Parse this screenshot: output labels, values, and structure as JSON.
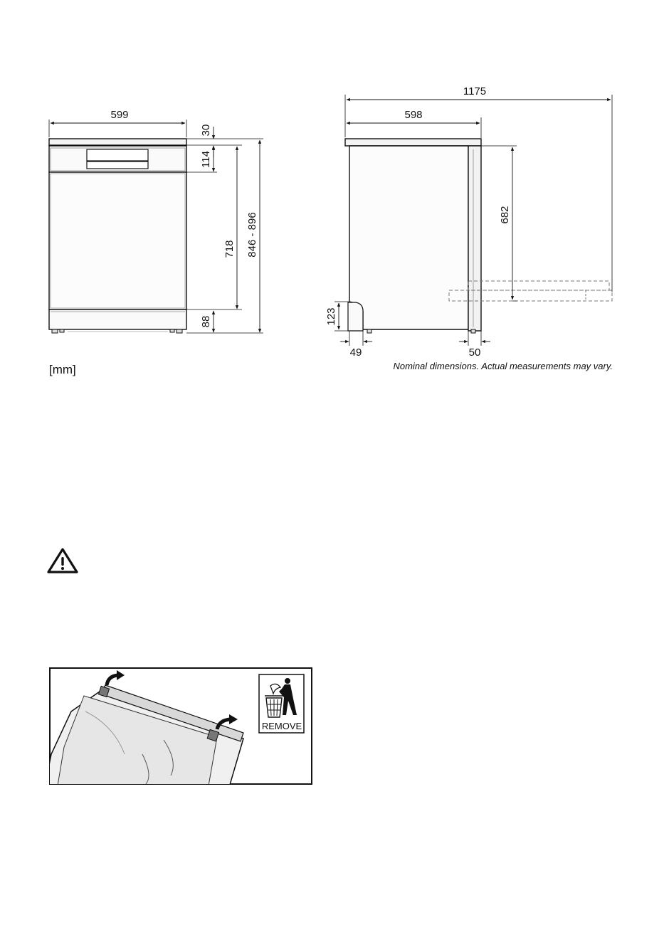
{
  "front_view": {
    "width": "599",
    "top_thickness": "30",
    "panel_height": "114",
    "door_height": "718",
    "total_height": "846 - 896",
    "plinth_height": "88"
  },
  "side_view": {
    "door_open_depth": "1175",
    "depth": "598",
    "height_682": "682",
    "foot_height": "123",
    "front_offset": "49",
    "rear_offset": "50"
  },
  "unit_label": "[mm]",
  "note": "Nominal dimensions. Actual measurements may vary.",
  "warning_icon": "warning-triangle-icon",
  "packaging": {
    "remove_label": "REMOVE",
    "icon": "trash-bin-icon"
  }
}
